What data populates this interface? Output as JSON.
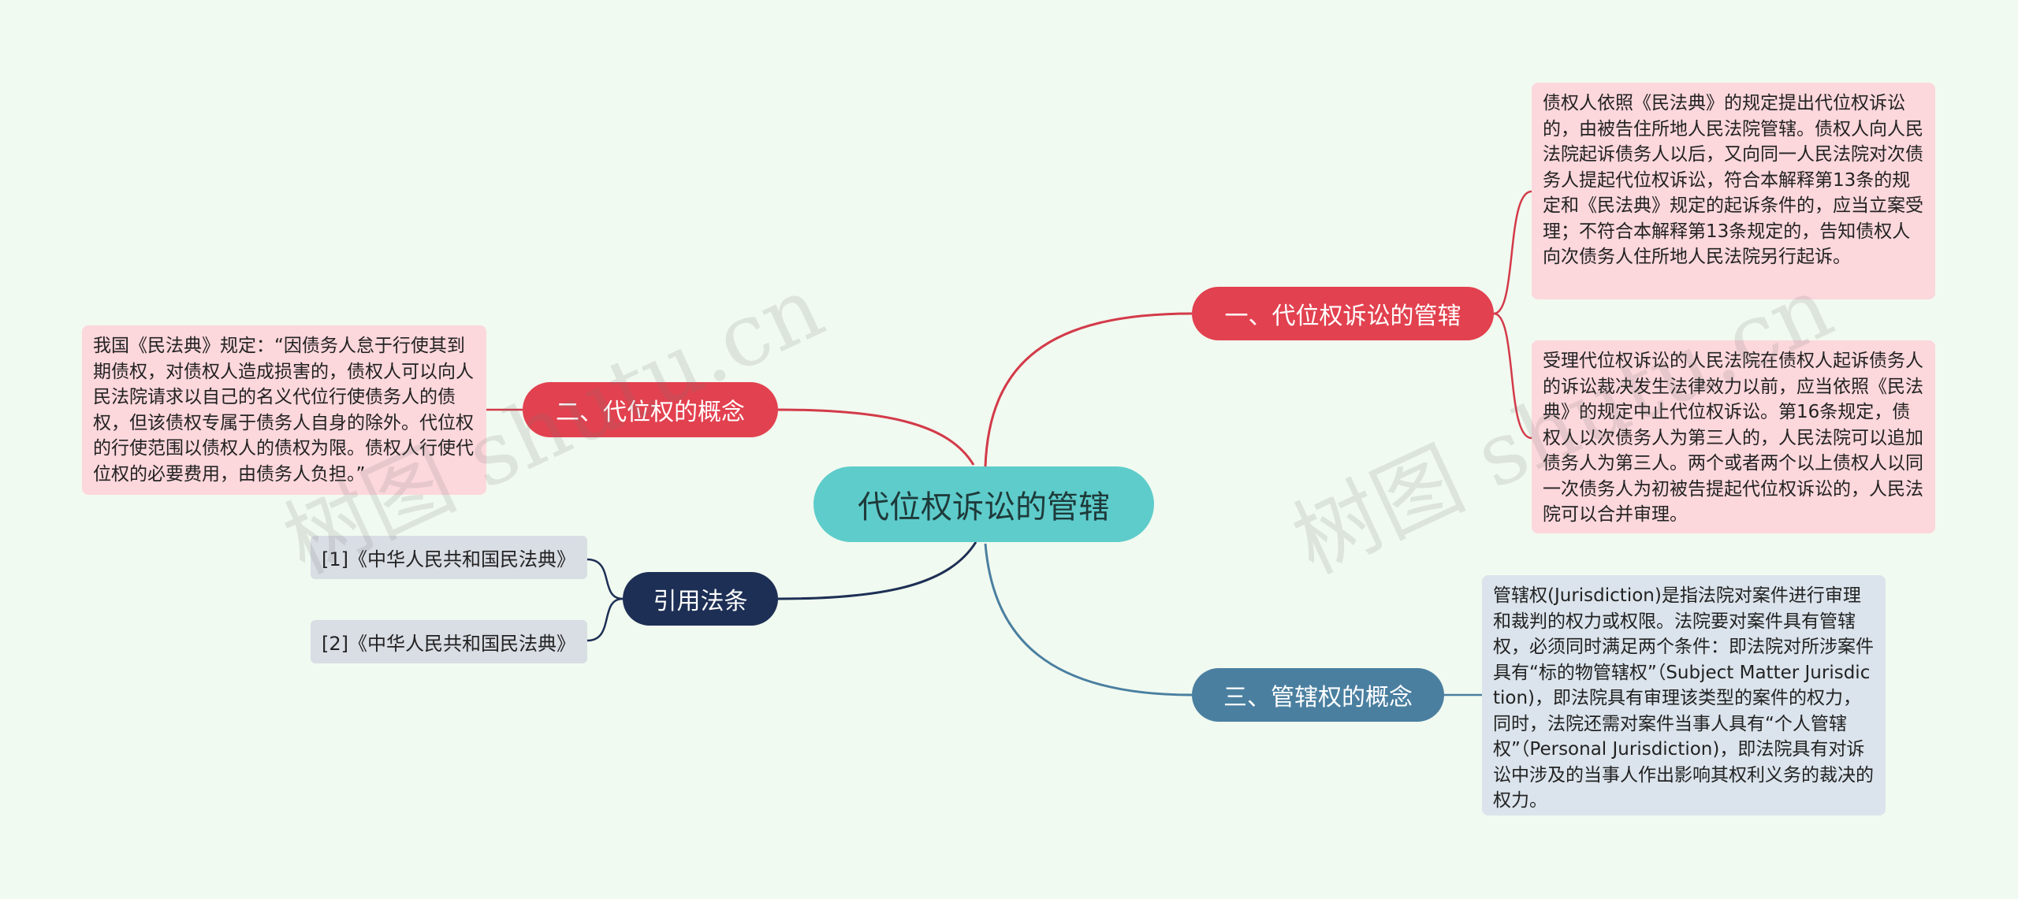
{
  "root": {
    "label": "代位权诉讼的管辖"
  },
  "branches": {
    "jurisdiction": {
      "label": "一、代位权诉讼的管辖",
      "notes": [
        "债权人依照《民法典》的规定提出代位权诉讼的，由被告住所地人民法院管辖。债权人向人民法院起诉债务人以后，又向同一人民法院对次债务人提起代位权诉讼，符合本解释第13条的规定和《民法典》规定的起诉条件的，应当立案受理；不符合本解释第13条规定的，告知债权人向次债务人住所地人民法院另行起诉。",
        "受理代位权诉讼的人民法院在债权人起诉债务人的诉讼裁决发生法律效力以前，应当依照《民法典》的规定中止代位权诉讼。第16条规定，债权人以次债务人为第三人的，人民法院可以追加债务人为第三人。两个或者两个以上债权人以同一次债务人为初被告提起代位权诉讼的，人民法院可以合并审理。"
      ]
    },
    "concept": {
      "label": "二、代位权的概念",
      "note": "我国《民法典》规定：“因债务人怠于行使其到期债权，对债权人造成损害的，债权人可以向人民法院请求以自己的名义代位行使债务人的债权，但该债权专属于债务人自身的除外。代位权的行使范围以债权人的债权为限。债权人行使代位权的必要费用，由债务人负担。”"
    },
    "citations": {
      "label": "引用法条",
      "items": [
        "[1]《中华人民共和国民法典》",
        "[2]《中华人民共和国民法典》"
      ]
    },
    "jurisdiction_concept": {
      "label": "三、管辖权的概念",
      "note": "管辖权(Jurisdiction)是指法院对案件进行审理和裁判的权力或权限。法院要对案件具有管辖权，必须同时满足两个条件：即法院对所涉案件具有“标的物管辖权”（Subject Matter Jurisdiction)，即法院具有审理该类型的案件的权力，同时，法院还需对案件当事人具有“个人管辖权”（Personal Jurisdiction)，即法院具有对诉讼中涉及的当事人作出影响其权利义务的裁决的权力。"
    }
  },
  "watermarks": [
    "树图 shutu.cn",
    "树图 shutu.cn"
  ],
  "colors": {
    "background": "#f1faf0",
    "root": "#5ecccb",
    "red_branch": "#e2414f",
    "navy_branch": "#1d2f55",
    "steel_branch": "#4a7fa0",
    "pink_note": "#fcd7dc",
    "blue_note": "#dbe4ec",
    "reference": "#d9dde4"
  }
}
